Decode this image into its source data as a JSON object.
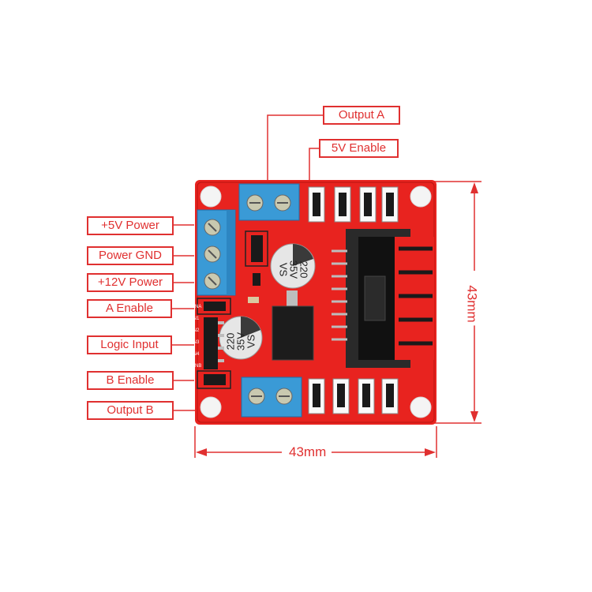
{
  "labels": {
    "output_a": "Output A",
    "enable_5v": "5V Enable",
    "power_5v": "+5V Power",
    "power_gnd": "Power GND",
    "power_12v": "+12V Power",
    "a_enable": "A Enable",
    "logic_input": "Logic Input",
    "b_enable": "B Enable",
    "output_b": "Output B"
  },
  "dimensions": {
    "width": "43mm",
    "height": "43mm"
  },
  "capacitor_text": {
    "line1": "220",
    "line2": "35V",
    "line3": "VS"
  },
  "pin_labels": [
    "ENA",
    "IN1",
    "IN2",
    "IN3",
    "IN4",
    "ENB"
  ],
  "colors": {
    "board": "#e8231f",
    "annotation": "#e03030",
    "terminal": "#3a9ad6"
  }
}
